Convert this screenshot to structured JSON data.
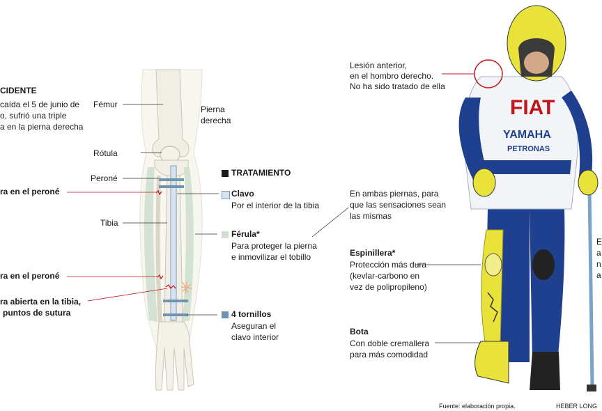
{
  "accident": {
    "heading": "CIDENTE",
    "text": [
      "caída el 5 de junio de",
      "o, sufrió una triple",
      "a en la pierna derecha"
    ]
  },
  "fractures": [
    {
      "label": "ra en el peroné"
    },
    {
      "label": "ra en el peroné"
    },
    {
      "label": "ra abierta en la tibia,",
      "label2": "puntos de sutura"
    }
  ],
  "anatomy": {
    "femur": "Fémur",
    "leg": [
      "Pierna",
      "derecha"
    ],
    "rotula": "Rótula",
    "perone": "Peroné",
    "tibia": "Tibia"
  },
  "treatment": {
    "heading": "TRATAMIENTO",
    "items": [
      {
        "title": "Clavo",
        "text": [
          "Por el interior de la tibia"
        ],
        "color": "#d7e4ef"
      },
      {
        "title": "Férula*",
        "text": [
          "Para proteger la pierna",
          "e inmovilizar el tobillo"
        ],
        "color": "#cfe0cf"
      },
      {
        "title": "4 tornillos",
        "text": [
          "Aseguran el",
          "clavo interior"
        ],
        "color": "#6f94ad"
      }
    ]
  },
  "rider_notes": {
    "shoulder": [
      "Lesión anterior,",
      "en el hombro derecho.",
      "No ha sido tratado de ella"
    ],
    "both_legs": [
      "En ambas piernas, para",
      "que las sensaciones sean",
      "las mismas"
    ],
    "shin": {
      "title": "Espinillera*",
      "text": [
        "Protección más dura",
        "(kevlar-carbono en",
        "vez de polipropileno)"
      ]
    },
    "boot": {
      "title": "Bota",
      "text": [
        "Con doble cremallera",
        "para más comodidad"
      ]
    },
    "edge": [
      "E",
      "a",
      "n",
      "a"
    ]
  },
  "suit_text": {
    "brand1": "FIAT",
    "brand2": "YAMAHA",
    "brand3": "PETRONAS"
  },
  "footer": {
    "source": "Fuente: elaboración propia.",
    "author": "HEBER LONG"
  },
  "colors": {
    "red": "#c0151b",
    "bone": "#f4f2e8",
    "splint": "#cfe0cf",
    "nail": "#d7e4ef",
    "screw": "#6f94ad",
    "suit_blue": "#1f3f8f",
    "yellow": "#e8e23a"
  }
}
